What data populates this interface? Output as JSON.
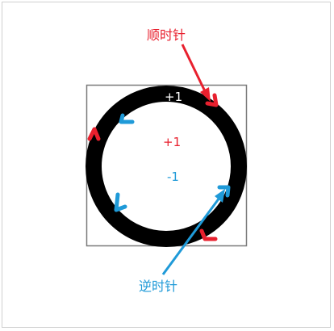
{
  "labels": {
    "clockwise": "顺时针",
    "counter_clockwise": "逆时针",
    "top_value": "+1",
    "inner_plus": "+1",
    "inner_minus": "-1"
  },
  "colors": {
    "clockwise": "#e8202e",
    "counter_clockwise": "#1f9ad8",
    "ring": "#000000",
    "box": "#7a7a7a"
  }
}
